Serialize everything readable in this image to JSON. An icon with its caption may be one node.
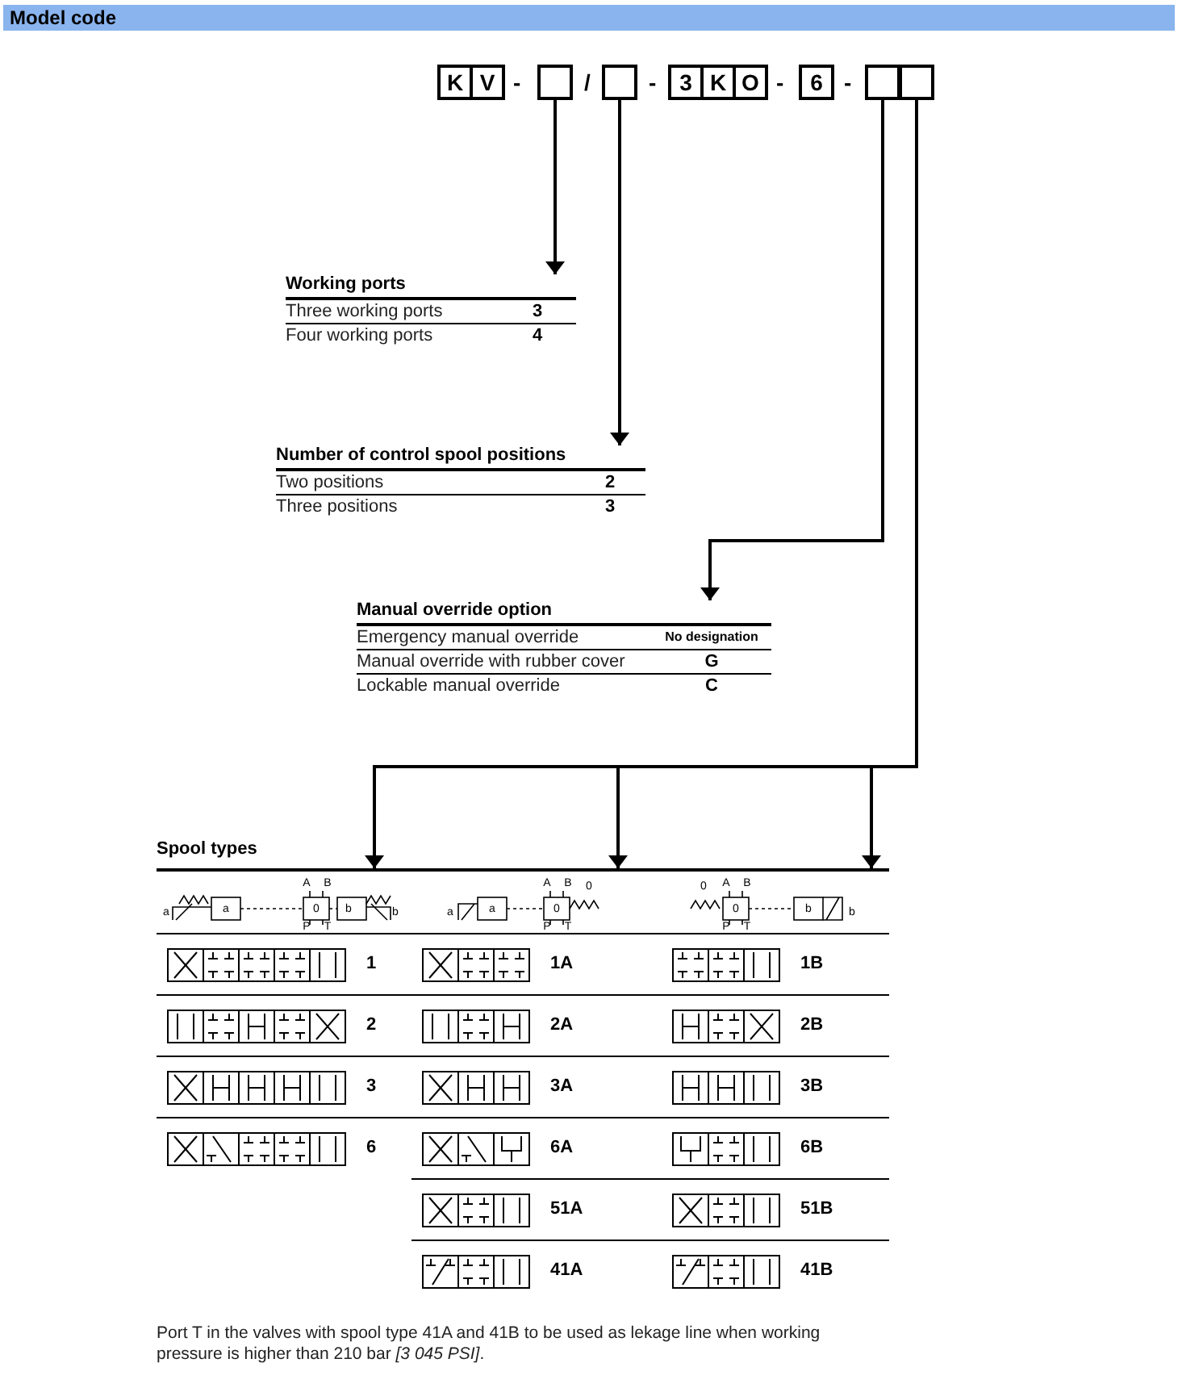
{
  "diagram": {
    "title": "Model code",
    "caption": "Port T in the valves with spool type 41A and 41B to be used as lekage line when working pressure is higher than 210 bar *[3 045 PSI]*.",
    "nodes": [
      {
        "text": [
          "K"
        ]
      },
      {
        "text": [
          "V"
        ]
      },
      {
        "text": [],
        "shape": "box"
      },
      {
        "text": [],
        "shape": "box"
      },
      {
        "text": [
          "3"
        ]
      },
      {
        "text": [
          "K"
        ]
      },
      {
        "text": [
          "O"
        ]
      },
      {
        "text": [
          "6"
        ]
      },
      {
        "text": [],
        "shape": "box"
      },
      {
        "text": [],
        "shape": "box"
      },
      {
        "text": [
          "Working ports",
          "Three working ports",
          "3",
          "Four working ports",
          "4"
        ]
      },
      {
        "text": [
          "Number of control spool positions",
          "Two positions",
          "2",
          "Three positions",
          "3"
        ]
      },
      {
        "text": [
          "Manual override option",
          "Emergency manual override",
          "No designation",
          "Manual override with rubber cover",
          "G",
          "Lockable manual override",
          "C"
        ]
      },
      {
        "text": [
          "Spool types"
        ]
      },
      {
        "text": [
          "1",
          "2",
          "3",
          "6"
        ],
        "in": 13
      },
      {
        "text": [
          "1A",
          "2A",
          "3A",
          "6A",
          "51A",
          "41A"
        ],
        "in": 13
      },
      {
        "text": [
          "1B",
          "2B",
          "3B",
          "6B",
          "51B",
          "41B"
        ],
        "in": 13
      }
    ],
    "edges": [
      {
        "from": 2,
        "to": 10,
        "arrow": "to"
      },
      {
        "from": 3,
        "to": 11,
        "arrow": "to"
      },
      {
        "from": 8,
        "to": 12,
        "arrow": "to"
      },
      {
        "from": 9,
        "to": 14,
        "arrow": "to"
      },
      {
        "from": 9,
        "to": 15,
        "arrow": "to"
      },
      {
        "from": 9,
        "to": 16,
        "arrow": "to"
      }
    ],
    "labels": [
      "-",
      "/",
      "-",
      "-",
      "-",
      "a",
      "a",
      "A",
      "B",
      "0",
      "P",
      "T",
      "b",
      "b",
      "a",
      "a",
      "A",
      "B",
      "0",
      "0",
      "P",
      "T",
      "0",
      "A",
      "B",
      "0",
      "P",
      "T",
      "b",
      "b"
    ]
  }
}
